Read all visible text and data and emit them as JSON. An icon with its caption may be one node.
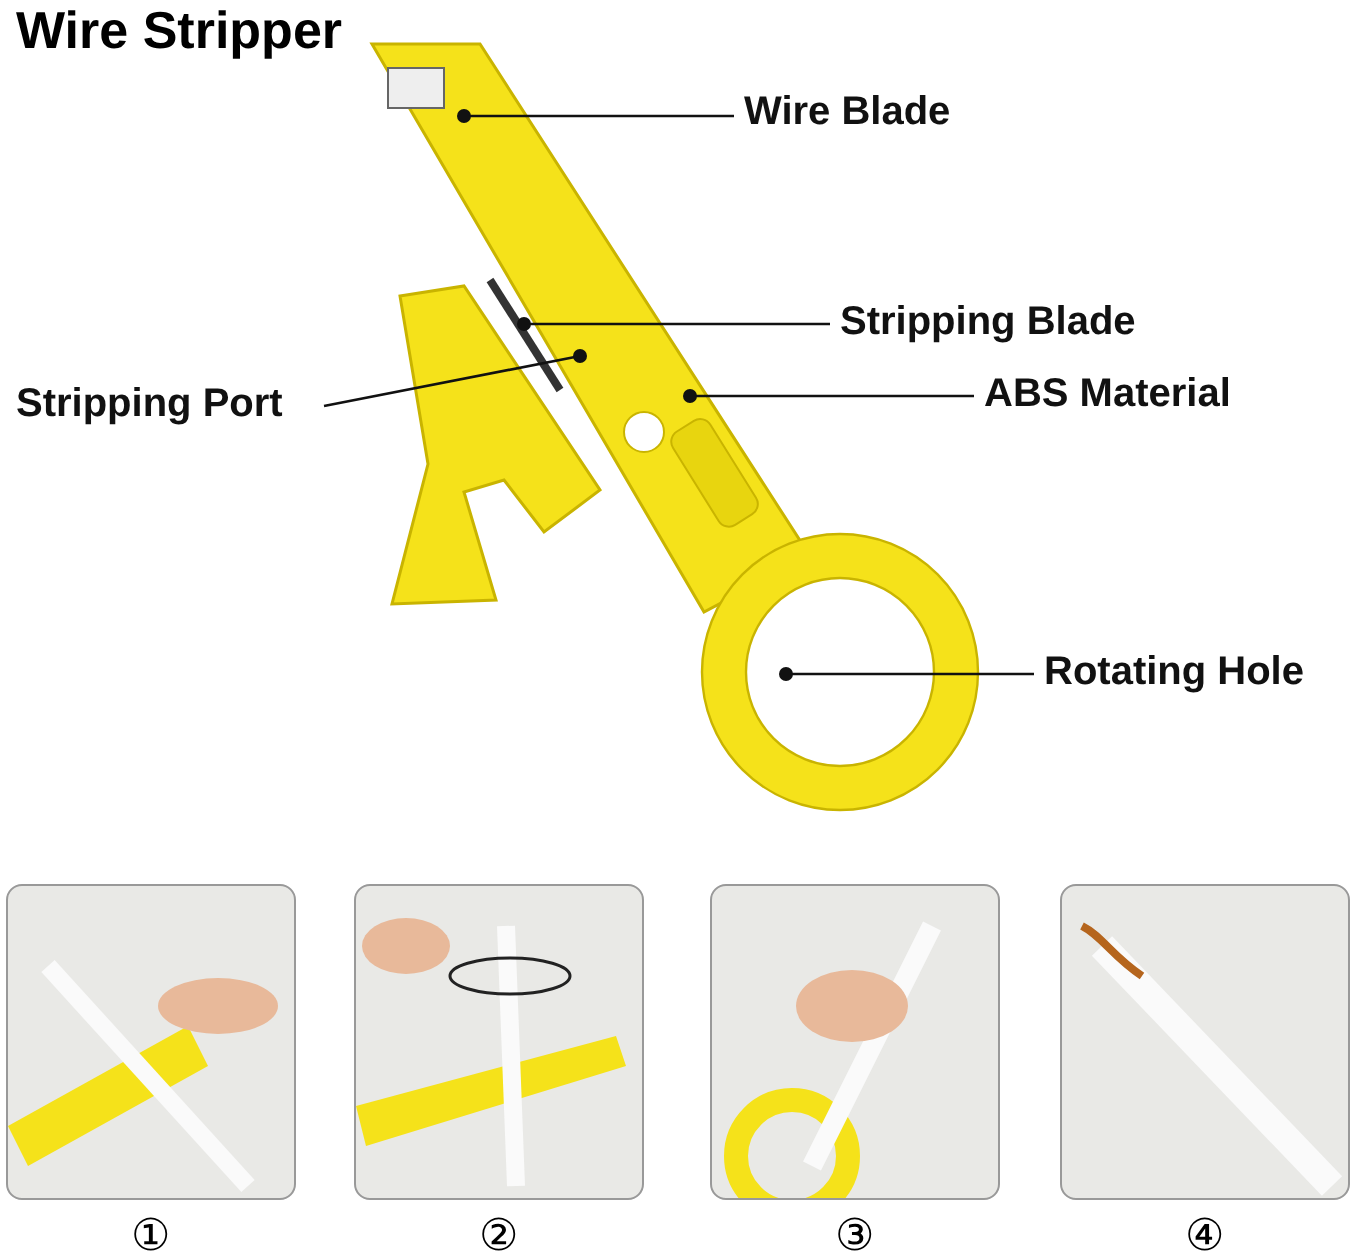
{
  "diagram": {
    "title": "Wire Stripper",
    "nodes": [
      {
        "text": [
          "Wire Blade"
        ]
      },
      {
        "text": [
          "Stripping Blade"
        ]
      },
      {
        "text": [
          "Stripping Port"
        ]
      },
      {
        "text": [
          "ABS Material"
        ]
      },
      {
        "text": [
          "Rotating Hole"
        ]
      },
      {
        "text": [],
        "shape": "picture",
        "beside": [
          "①"
        ]
      },
      {
        "text": [],
        "shape": "picture",
        "beside": [
          "②"
        ]
      },
      {
        "text": [],
        "shape": "picture",
        "beside": [
          "③"
        ]
      },
      {
        "text": [],
        "shape": "picture",
        "beside": [
          "④"
        ]
      }
    ],
    "edges": [
      {
        "from": 0,
        "to": null,
        "arrow": "other"
      },
      {
        "from": 1,
        "to": null,
        "arrow": "other"
      },
      {
        "from": 2,
        "to": null,
        "arrow": "other"
      },
      {
        "from": 3,
        "to": null,
        "arrow": "other"
      },
      {
        "from": 4,
        "to": null,
        "arrow": "other"
      }
    ]
  }
}
